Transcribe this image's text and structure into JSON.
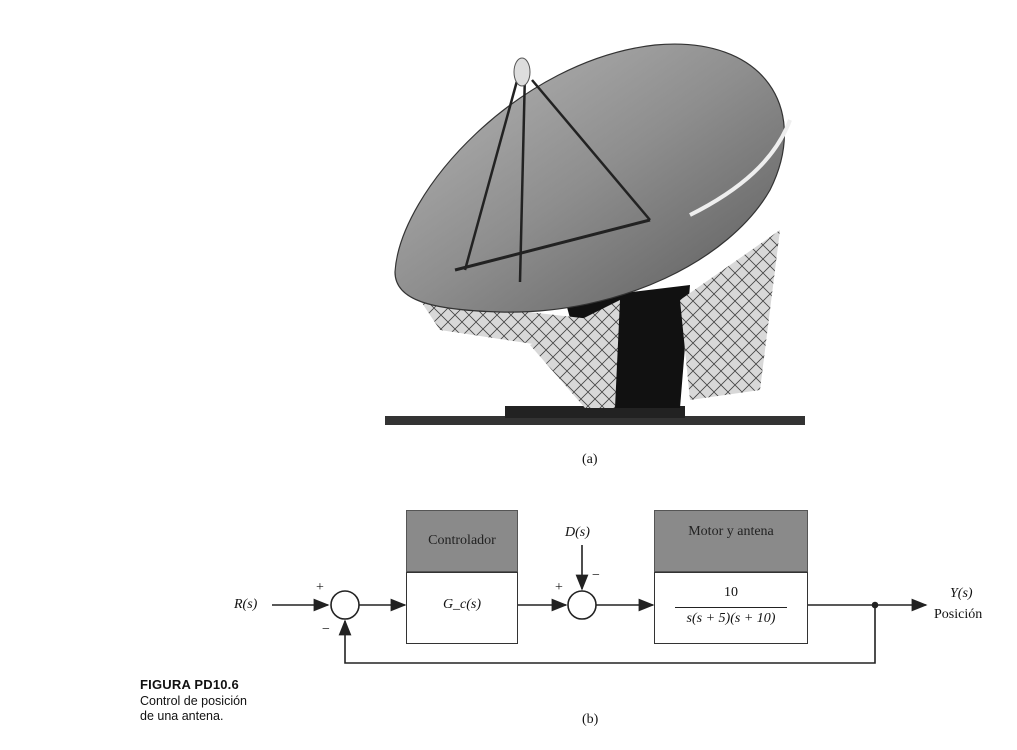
{
  "figure": {
    "label": "FIGURA PD10.6",
    "caption": "Control de posición de una antena."
  },
  "part_a": {
    "label": "(a)"
  },
  "part_b": {
    "label": "(b)",
    "input": "R(s)",
    "output": "Y(s)",
    "output_name": "Posición",
    "disturbance": "D(s)",
    "controller": {
      "header": "Controlador",
      "transfer": "G_c(s)"
    },
    "plant": {
      "header": "Motor y antena",
      "numerator": "10",
      "denominator": "s(s + 5)(s + 10)"
    },
    "sum1_signs": {
      "top": "+",
      "bottom": "−"
    },
    "sum2_signs": {
      "left": "+",
      "top": "−"
    }
  }
}
